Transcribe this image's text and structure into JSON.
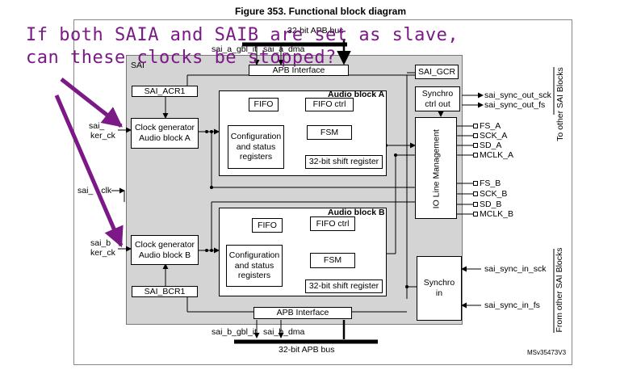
{
  "figure_title": "Figure 353. Functional block diagram",
  "question_line1": "If both SAIA and SAIB are set as slave,",
  "question_line2": "can these clocks be stopped?",
  "sai_label": "SAI",
  "top_bus": {
    "label": "32-bit APB bus",
    "gbl_it": "sai_a_gbl_it",
    "dma": "sai_a_dma",
    "interface": "APB Interface"
  },
  "bottom_bus": {
    "label": "32-bit APB bus",
    "gbl_it": "sai_b_gbl_it",
    "dma": "sai_b_dma",
    "interface": "APB Interface"
  },
  "sai_gcr": "SAI_GCR",
  "synchro_out": {
    "line1": "Synchro",
    "line2": "ctrl out"
  },
  "synchro_in": {
    "line1": "Synchro",
    "line2": "in"
  },
  "io_line_management": "IO Line Management",
  "block_a": {
    "title": "Audio block A",
    "acr": "SAI_ACR1",
    "clock_gen": {
      "line1": "Clock generator",
      "line2": "Audio block A"
    },
    "fifo": "FIFO",
    "fifo_ctrl": "FIFO ctrl",
    "fsm": "FSM",
    "config": {
      "line1": "Configuration",
      "line2": "and status",
      "line3": "registers"
    },
    "shift_reg": "32-bit shift register"
  },
  "block_b": {
    "title": "Audio block B",
    "bcr": "SAI_BCR1",
    "clock_gen": {
      "line1": "Clock generator",
      "line2": "Audio block B"
    },
    "fifo": "FIFO",
    "fifo_ctrl": "FIFO ctrl",
    "fsm": "FSM",
    "config": {
      "line1": "Configuration",
      "line2": "and status",
      "line3": "registers"
    },
    "shift_reg": "32-bit shift register"
  },
  "inputs": {
    "a_ker1": "sai_",
    "a_ker2": "ker_ck",
    "pclk": "sai_",
    "pclk_tail": "clk",
    "b_ker1": "sai_b",
    "b_ker2": "ker_ck"
  },
  "pins_a": [
    "FS_A",
    "SCK_A",
    "SD_A",
    "MCLK_A"
  ],
  "pins_b": [
    "FS_B",
    "SCK_B",
    "SD_B",
    "MCLK_B"
  ],
  "sync_out_sck": "sai_sync_out_sck",
  "sync_out_fs": "sai_sync_out_fs",
  "sync_in_sck": "sai_sync_in_sck",
  "sync_in_fs": "sai_sync_in_fs",
  "to_other": "To other SAI Blocks",
  "from_other": "From other SAI Blocks",
  "ref_code": "MSv35473V3"
}
